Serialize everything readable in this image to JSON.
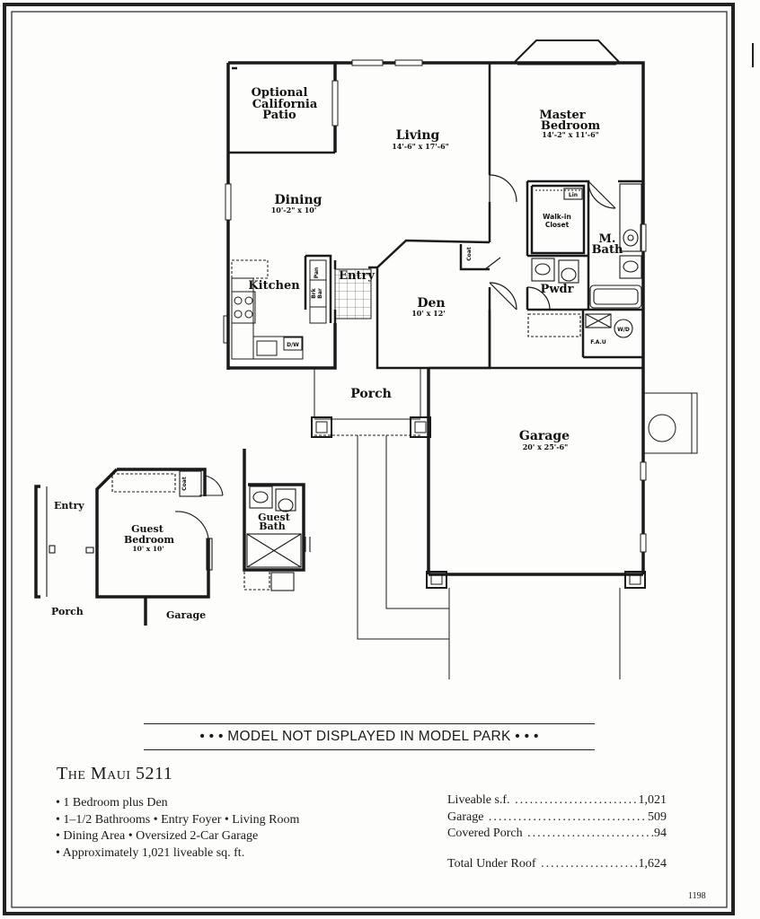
{
  "plan": {
    "rooms": {
      "patio": [
        "Optional",
        "California",
        "Patio"
      ],
      "living": {
        "name": "Living",
        "dim": "14'-6\" x 17'-6\""
      },
      "master": {
        "name": [
          "Master",
          "Bedroom"
        ],
        "dim": "14'-2\" x 11'-6\""
      },
      "dining": {
        "name": "Dining",
        "dim": "10'-2\" x 10'"
      },
      "walkin": [
        "Walk-in",
        "Closet"
      ],
      "mbath": [
        "M.",
        "Bath"
      ],
      "kitchen": "Kitchen",
      "entry": "Entry",
      "den": {
        "name": "Den",
        "dim": "10' x 12'"
      },
      "pwdr": "Pwdr",
      "porch": "Porch",
      "garage": {
        "name": "Garage",
        "dim": "20' x 25'-6\""
      },
      "guest_bedroom": {
        "name": [
          "Guest",
          "Bedroom"
        ],
        "dim": "10' x 10'"
      },
      "guest_bath": [
        "Guest",
        "Bath"
      ],
      "side_entry": "Entry",
      "side_porch": "Porch",
      "side_garage": "Garage"
    },
    "fixtures": {
      "coat1": "Coat",
      "coat2": "Coat",
      "lin": "Lin",
      "wd": "W/D",
      "fau": "F.A.U",
      "dw": "D/W",
      "pantry": "Pan",
      "breakfast_bar": [
        "Brk",
        "Bar"
      ]
    }
  },
  "banner": "• • • MODEL NOT DISPLAYED IN MODEL PARK • • •",
  "model_title": "The Maui 5211",
  "features": [
    "• 1 Bedroom plus Den",
    "• 1–1/2 Bathrooms • Entry Foyer • Living Room",
    "• Dining Area • Oversized 2-Car Garage",
    "• Approximately 1,021 liveable sq. ft."
  ],
  "stats": [
    {
      "label": "Liveable s.f.",
      "value": "1,021"
    },
    {
      "label": "Garage",
      "value": "509"
    },
    {
      "label": "Covered Porch",
      "value": "94"
    },
    {
      "label": "Total Under Roof",
      "value": "1,624"
    }
  ],
  "page_number": "1198",
  "colors": {
    "ink": "#1a1a1a",
    "paper": "#fdfdfb",
    "hatch": "#777777"
  }
}
